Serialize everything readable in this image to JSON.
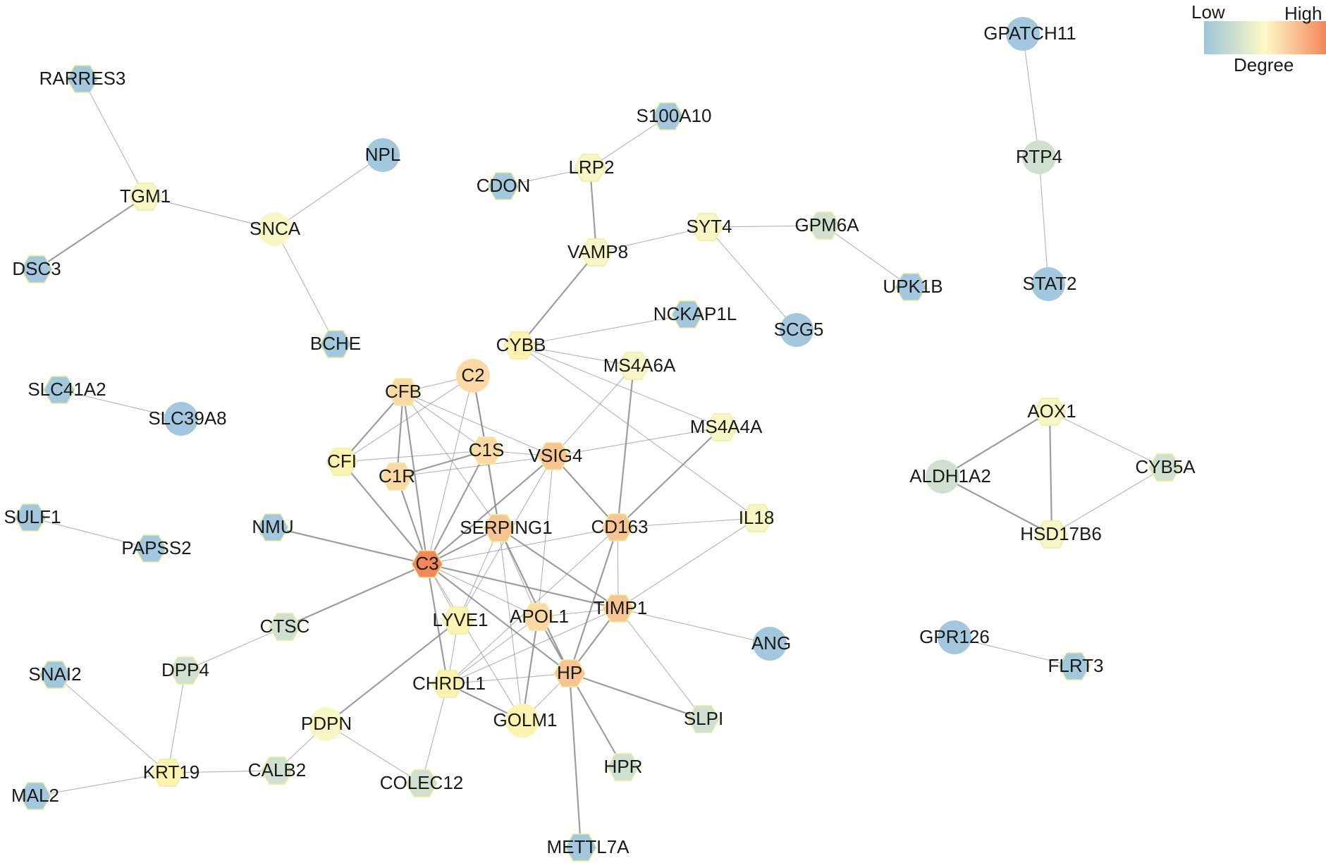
{
  "legend": {
    "low_label": "Low",
    "high_label": "High",
    "title": "Degree",
    "gradient_colors": [
      "#9ec6db",
      "#fdf9c7",
      "#f4865a"
    ]
  },
  "palette": {
    "low": "#a3c7dc",
    "light_blue": "#bcd6d8",
    "green_grey": "#cfe0d0",
    "pale_yellow": "#f9f6c6",
    "yellow": "#fcf3b0",
    "peach": "#fcd9a4",
    "orange_light": "#f8c492",
    "high": "#f3875a",
    "node_outline": "#e8f0a0",
    "edge": "#8c8c8c"
  },
  "nodes": [
    {
      "id": "RARRES3",
      "label": "RARRES3",
      "shape": "hexagon",
      "degree": 1
    },
    {
      "id": "TGM1",
      "label": "TGM1",
      "shape": "hexagon",
      "degree": 3
    },
    {
      "id": "DSC3",
      "label": "DSC3",
      "shape": "hexagon",
      "degree": 1
    },
    {
      "id": "NPL",
      "label": "NPL",
      "shape": "circle",
      "degree": 1
    },
    {
      "id": "SNCA",
      "label": "SNCA",
      "shape": "circle",
      "degree": 3
    },
    {
      "id": "BCHE",
      "label": "BCHE",
      "shape": "hexagon",
      "degree": 1
    },
    {
      "id": "S100A10",
      "label": "S100A10",
      "shape": "hexagon",
      "degree": 1
    },
    {
      "id": "LRP2",
      "label": "LRP2",
      "shape": "hexagon",
      "degree": 3
    },
    {
      "id": "CDON",
      "label": "CDON",
      "shape": "hexagon",
      "degree": 1
    },
    {
      "id": "VAMP8",
      "label": "VAMP8",
      "shape": "hexagon",
      "degree": 3
    },
    {
      "id": "SYT4",
      "label": "SYT4",
      "shape": "hexagon",
      "degree": 3
    },
    {
      "id": "GPM6A",
      "label": "GPM6A",
      "shape": "hexagon",
      "degree": 2
    },
    {
      "id": "UPK1B",
      "label": "UPK1B",
      "shape": "hexagon",
      "degree": 1
    },
    {
      "id": "SCG5",
      "label": "SCG5",
      "shape": "circle",
      "degree": 1
    },
    {
      "id": "NCKAP1L",
      "label": "NCKAP1L",
      "shape": "hexagon",
      "degree": 1
    },
    {
      "id": "CYBB",
      "label": "CYBB",
      "shape": "hexagon",
      "degree": 4
    },
    {
      "id": "GPATCH11",
      "label": "GPATCH11",
      "shape": "circle",
      "degree": 1
    },
    {
      "id": "RTP4",
      "label": "RTP4",
      "shape": "circle",
      "degree": 2
    },
    {
      "id": "STAT2",
      "label": "STAT2",
      "shape": "circle",
      "degree": 1
    },
    {
      "id": "SLC41A2",
      "label": "SLC41A2",
      "shape": "hexagon",
      "degree": 1
    },
    {
      "id": "SLC39A8",
      "label": "SLC39A8",
      "shape": "circle",
      "degree": 1
    },
    {
      "id": "C2",
      "label": "C2",
      "shape": "circle",
      "degree": 6
    },
    {
      "id": "CFB",
      "label": "CFB",
      "shape": "hexagon",
      "degree": 7
    },
    {
      "id": "MS4A6A",
      "label": "MS4A6A",
      "shape": "hexagon",
      "degree": 3
    },
    {
      "id": "MS4A4A",
      "label": "MS4A4A",
      "shape": "hexagon",
      "degree": 3
    },
    {
      "id": "C1S",
      "label": "C1S",
      "shape": "hexagon",
      "degree": 7
    },
    {
      "id": "VSIG4",
      "label": "VSIG4",
      "shape": "hexagon",
      "degree": 8
    },
    {
      "id": "CFI",
      "label": "CFI",
      "shape": "hexagon",
      "degree": 4
    },
    {
      "id": "C1R",
      "label": "C1R",
      "shape": "hexagon",
      "degree": 7
    },
    {
      "id": "SULF1",
      "label": "SULF1",
      "shape": "hexagon",
      "degree": 1
    },
    {
      "id": "PAPSS2",
      "label": "PAPSS2",
      "shape": "hexagon",
      "degree": 1
    },
    {
      "id": "NMU",
      "label": "NMU",
      "shape": "hexagon",
      "degree": 1
    },
    {
      "id": "SERPING1",
      "label": "SERPING1",
      "shape": "hexagon",
      "degree": 8
    },
    {
      "id": "CD163",
      "label": "CD163",
      "shape": "hexagon",
      "degree": 8
    },
    {
      "id": "IL18",
      "label": "IL18",
      "shape": "hexagon",
      "degree": 3
    },
    {
      "id": "AOX1",
      "label": "AOX1",
      "shape": "hexagon",
      "degree": 3
    },
    {
      "id": "ALDH1A2",
      "label": "ALDH1A2",
      "shape": "circle",
      "degree": 2
    },
    {
      "id": "CYB5A",
      "label": "CYB5A",
      "shape": "hexagon",
      "degree": 2
    },
    {
      "id": "HSD17B6",
      "label": "HSD17B6",
      "shape": "hexagon",
      "degree": 3
    },
    {
      "id": "C3",
      "label": "C3",
      "shape": "hexagon",
      "degree": 14
    },
    {
      "id": "CTSC",
      "label": "CTSC",
      "shape": "hexagon",
      "degree": 2
    },
    {
      "id": "LYVE1",
      "label": "LYVE1",
      "shape": "hexagon",
      "degree": 4
    },
    {
      "id": "APOL1",
      "label": "APOL1",
      "shape": "hexagon",
      "degree": 7
    },
    {
      "id": "TIMP1",
      "label": "TIMP1",
      "shape": "hexagon",
      "degree": 8
    },
    {
      "id": "ANG",
      "label": "ANG",
      "shape": "circle",
      "degree": 1
    },
    {
      "id": "GPR126",
      "label": "GPR126",
      "shape": "circle",
      "degree": 1
    },
    {
      "id": "FLRT3",
      "label": "FLRT3",
      "shape": "hexagon",
      "degree": 1
    },
    {
      "id": "SNAI2",
      "label": "SNAI2",
      "shape": "hexagon",
      "degree": 1
    },
    {
      "id": "DPP4",
      "label": "DPP4",
      "shape": "hexagon",
      "degree": 2
    },
    {
      "id": "CHRDL1",
      "label": "CHRDL1",
      "shape": "hexagon",
      "degree": 4
    },
    {
      "id": "HP",
      "label": "HP",
      "shape": "hexagon",
      "degree": 9
    },
    {
      "id": "SLPI",
      "label": "SLPI",
      "shape": "hexagon",
      "degree": 2
    },
    {
      "id": "PDPN",
      "label": "PDPN",
      "shape": "circle",
      "degree": 3
    },
    {
      "id": "GOLM1",
      "label": "GOLM1",
      "shape": "circle",
      "degree": 4
    },
    {
      "id": "HPR",
      "label": "HPR",
      "shape": "hexagon",
      "degree": 2
    },
    {
      "id": "KRT19",
      "label": "KRT19",
      "shape": "hexagon",
      "degree": 4
    },
    {
      "id": "CALB2",
      "label": "CALB2",
      "shape": "hexagon",
      "degree": 2
    },
    {
      "id": "MAL2",
      "label": "MAL2",
      "shape": "hexagon",
      "degree": 1
    },
    {
      "id": "COLEC12",
      "label": "COLEC12",
      "shape": "hexagon",
      "degree": 2
    },
    {
      "id": "METTL7A",
      "label": "METTL7A",
      "shape": "hexagon",
      "degree": 1
    }
  ],
  "edges": [
    [
      "RARRES3",
      "TGM1"
    ],
    [
      "TGM1",
      "DSC3"
    ],
    [
      "TGM1",
      "SNCA"
    ],
    [
      "SNCA",
      "NPL"
    ],
    [
      "SNCA",
      "BCHE"
    ],
    [
      "S100A10",
      "LRP2"
    ],
    [
      "CDON",
      "LRP2"
    ],
    [
      "LRP2",
      "VAMP8"
    ],
    [
      "VAMP8",
      "SYT4"
    ],
    [
      "VAMP8",
      "CYBB"
    ],
    [
      "SYT4",
      "GPM6A"
    ],
    [
      "SYT4",
      "SCG5"
    ],
    [
      "GPM6A",
      "UPK1B"
    ],
    [
      "CYBB",
      "NCKAP1L"
    ],
    [
      "CYBB",
      "MS4A4A"
    ],
    [
      "CYBB",
      "IL18"
    ],
    [
      "GPATCH11",
      "RTP4"
    ],
    [
      "RTP4",
      "STAT2"
    ],
    [
      "SLC41A2",
      "SLC39A8"
    ],
    [
      "SULF1",
      "PAPSS2"
    ],
    [
      "AOX1",
      "ALDH1A2"
    ],
    [
      "AOX1",
      "CYB5A"
    ],
    [
      "AOX1",
      "HSD17B6"
    ],
    [
      "ALDH1A2",
      "HSD17B6"
    ],
    [
      "CYB5A",
      "HSD17B6"
    ],
    [
      "GPR126",
      "FLRT3"
    ],
    [
      "C2",
      "CFB"
    ],
    [
      "C2",
      "CFI"
    ],
    [
      "C2",
      "C1S"
    ],
    [
      "C2",
      "C3"
    ],
    [
      "C2",
      "SERPING1"
    ],
    [
      "CFB",
      "CFI"
    ],
    [
      "CFB",
      "C1R"
    ],
    [
      "CFB",
      "C3"
    ],
    [
      "CFB",
      "C1S"
    ],
    [
      "CFB",
      "VSIG4"
    ],
    [
      "CFB",
      "SERPING1"
    ],
    [
      "CFI",
      "C1S"
    ],
    [
      "CFI",
      "C3"
    ],
    [
      "C1R",
      "C1S"
    ],
    [
      "C1R",
      "C3"
    ],
    [
      "C1R",
      "VSIG4"
    ],
    [
      "C1S",
      "C3"
    ],
    [
      "C1S",
      "SERPING1"
    ],
    [
      "C1S",
      "VSIG4"
    ],
    [
      "VSIG4",
      "MS4A4A"
    ],
    [
      "VSIG4",
      "MS4A6A"
    ],
    [
      "VSIG4",
      "CD163"
    ],
    [
      "VSIG4",
      "C3"
    ],
    [
      "VSIG4",
      "LYVE1"
    ],
    [
      "VSIG4",
      "APOL1"
    ],
    [
      "MS4A6A",
      "CYBB"
    ],
    [
      "MS4A6A",
      "CD163"
    ],
    [
      "MS4A4A",
      "CD163"
    ],
    [
      "CD163",
      "IL18"
    ],
    [
      "CD163",
      "C3"
    ],
    [
      "CD163",
      "HP"
    ],
    [
      "CD163",
      "TIMP1"
    ],
    [
      "CD163",
      "CHRDL1"
    ],
    [
      "IL18",
      "TIMP1"
    ],
    [
      "NMU",
      "C3"
    ],
    [
      "C3",
      "SERPING1"
    ],
    [
      "C3",
      "CTSC"
    ],
    [
      "C3",
      "LYVE1"
    ],
    [
      "C3",
      "APOL1"
    ],
    [
      "C3",
      "TIMP1"
    ],
    [
      "C3",
      "HP"
    ],
    [
      "C3",
      "CHRDL1"
    ],
    [
      "C3",
      "GOLM1"
    ],
    [
      "SERPING1",
      "TIMP1"
    ],
    [
      "SERPING1",
      "HP"
    ],
    [
      "SERPING1",
      "LYVE1"
    ],
    [
      "SERPING1",
      "GOLM1"
    ],
    [
      "SERPING1",
      "APOL1"
    ],
    [
      "APOL1",
      "HP"
    ],
    [
      "APOL1",
      "GOLM1"
    ],
    [
      "APOL1",
      "CHRDL1"
    ],
    [
      "APOL1",
      "TIMP1"
    ],
    [
      "TIMP1",
      "ANG"
    ],
    [
      "TIMP1",
      "HP"
    ],
    [
      "TIMP1",
      "SLPI"
    ],
    [
      "TIMP1",
      "CHRDL1"
    ],
    [
      "HP",
      "HPR"
    ],
    [
      "HP",
      "SLPI"
    ],
    [
      "HP",
      "METTL7A"
    ],
    [
      "HP",
      "GOLM1"
    ],
    [
      "HP",
      "CHRDL1"
    ],
    [
      "LYVE1",
      "PDPN"
    ],
    [
      "LYVE1",
      "CHRDL1"
    ],
    [
      "CHRDL1",
      "GOLM1"
    ],
    [
      "CHRDL1",
      "COLEC12"
    ],
    [
      "CTSC",
      "DPP4"
    ],
    [
      "DPP4",
      "KRT19"
    ],
    [
      "SNAI2",
      "KRT19"
    ],
    [
      "KRT19",
      "MAL2"
    ],
    [
      "KRT19",
      "CALB2"
    ],
    [
      "CALB2",
      "PDPN"
    ],
    [
      "PDPN",
      "COLEC12"
    ]
  ]
}
